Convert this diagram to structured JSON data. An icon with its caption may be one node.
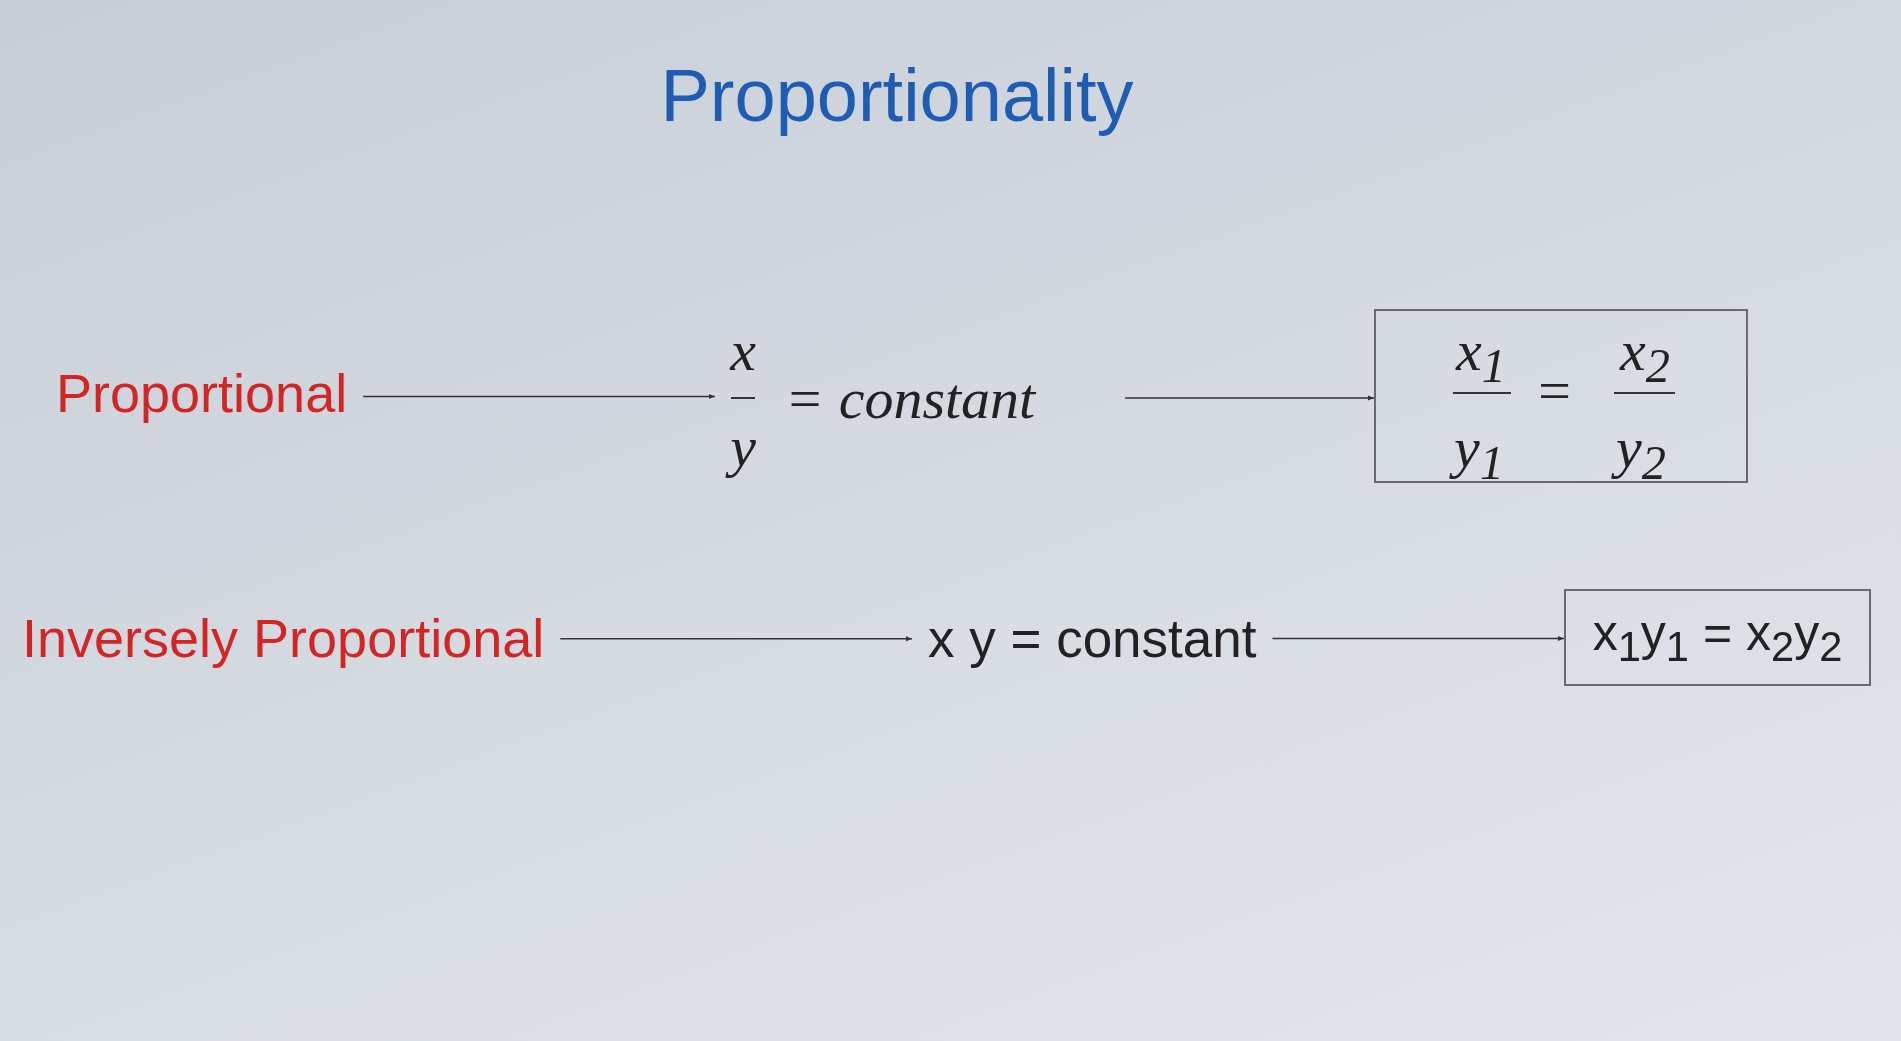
{
  "diagram": {
    "title": "Proportionality",
    "nodes": [
      {
        "text": [
          "Proportional"
        ]
      },
      {
        "text": [
          "x",
          "y",
          "= constant"
        ]
      },
      {
        "text": [
          "x$_{1}$",
          "y$_{1}$",
          "=",
          "x$_{2}$",
          "y$_{2}$"
        ]
      },
      {
        "text": [
          "Inversely Proportional"
        ]
      },
      {
        "text": [
          "x y = constant"
        ]
      },
      {
        "text": [
          "x$_{1}$y$_{1}$ = x$_{2}$y$_{2}$"
        ]
      }
    ],
    "edges": [
      {
        "from": 0,
        "to": 1,
        "arrow": "to"
      },
      {
        "from": 1,
        "to": 2,
        "arrow": "to"
      },
      {
        "from": 3,
        "to": 4,
        "arrow": "to"
      },
      {
        "from": 4,
        "to": 5,
        "arrow": "to"
      }
    ]
  }
}
